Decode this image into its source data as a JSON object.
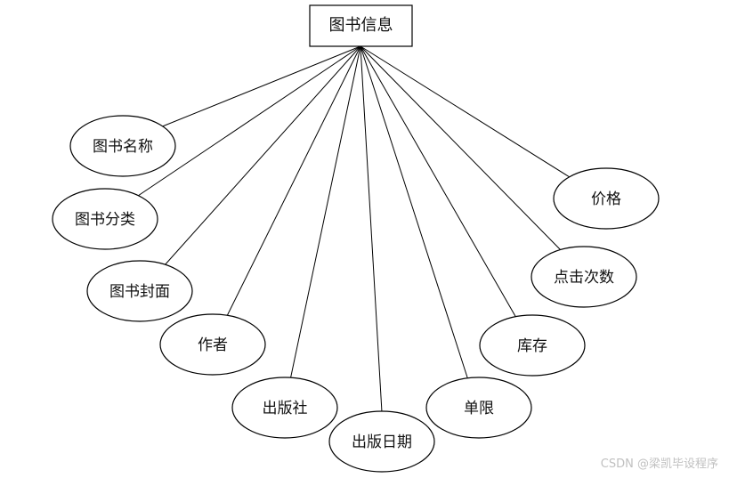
{
  "entity": {
    "label": "图书信息"
  },
  "attributes": [
    {
      "key": "book-name",
      "label": "图书名称"
    },
    {
      "key": "book-category",
      "label": "图书分类"
    },
    {
      "key": "book-cover",
      "label": "图书封面"
    },
    {
      "key": "author",
      "label": "作者"
    },
    {
      "key": "publisher",
      "label": "出版社"
    },
    {
      "key": "publish-date",
      "label": "出版日期"
    },
    {
      "key": "limit",
      "label": "单限"
    },
    {
      "key": "stock",
      "label": "库存"
    },
    {
      "key": "click-count",
      "label": "点击次数"
    },
    {
      "key": "price",
      "label": "价格"
    }
  ],
  "watermark": {
    "text": "CSDN @梁凯毕设程序"
  }
}
